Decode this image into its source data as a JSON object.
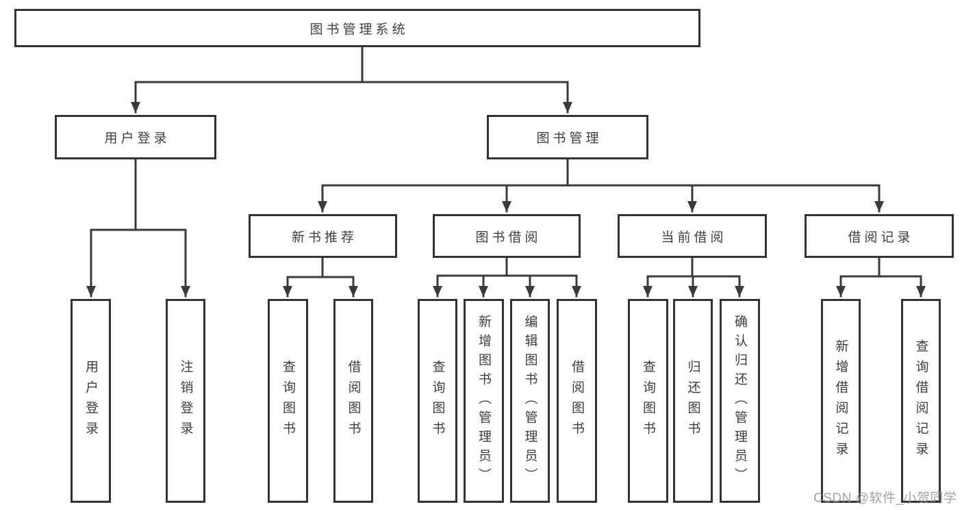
{
  "colors": {
    "background": "#ffffff",
    "line": "#3a3a3a",
    "box_border": "#333333",
    "text": "#3e3e3e",
    "watermark": "#989898"
  },
  "nodes": {
    "root": "图书管理系统",
    "user_login": "用户登录",
    "book_mgmt": "图书管理",
    "new_books": "新书推荐",
    "book_borrow": "图书借阅",
    "current_borrow": "当前借阅",
    "borrow_records": "借阅记录"
  },
  "leaves": {
    "user_login_login": "用户登录",
    "user_login_logout": "注销登录",
    "newbooks_query": "查询图书",
    "newbooks_borrow": "借阅图书",
    "bookborrow_query": "查询图书",
    "bookborrow_add": "新增图书（管理员）",
    "bookborrow_edit": "编辑图书（管理员）",
    "bookborrow_borrow": "借阅图书",
    "current_query": "查询图书",
    "current_return": "归还图书",
    "current_confirm": "确认归还（管理员）",
    "records_add": "新增借阅记录",
    "records_query": "查询借阅记录"
  },
  "watermark": "CSDN @软件_小贺同学"
}
